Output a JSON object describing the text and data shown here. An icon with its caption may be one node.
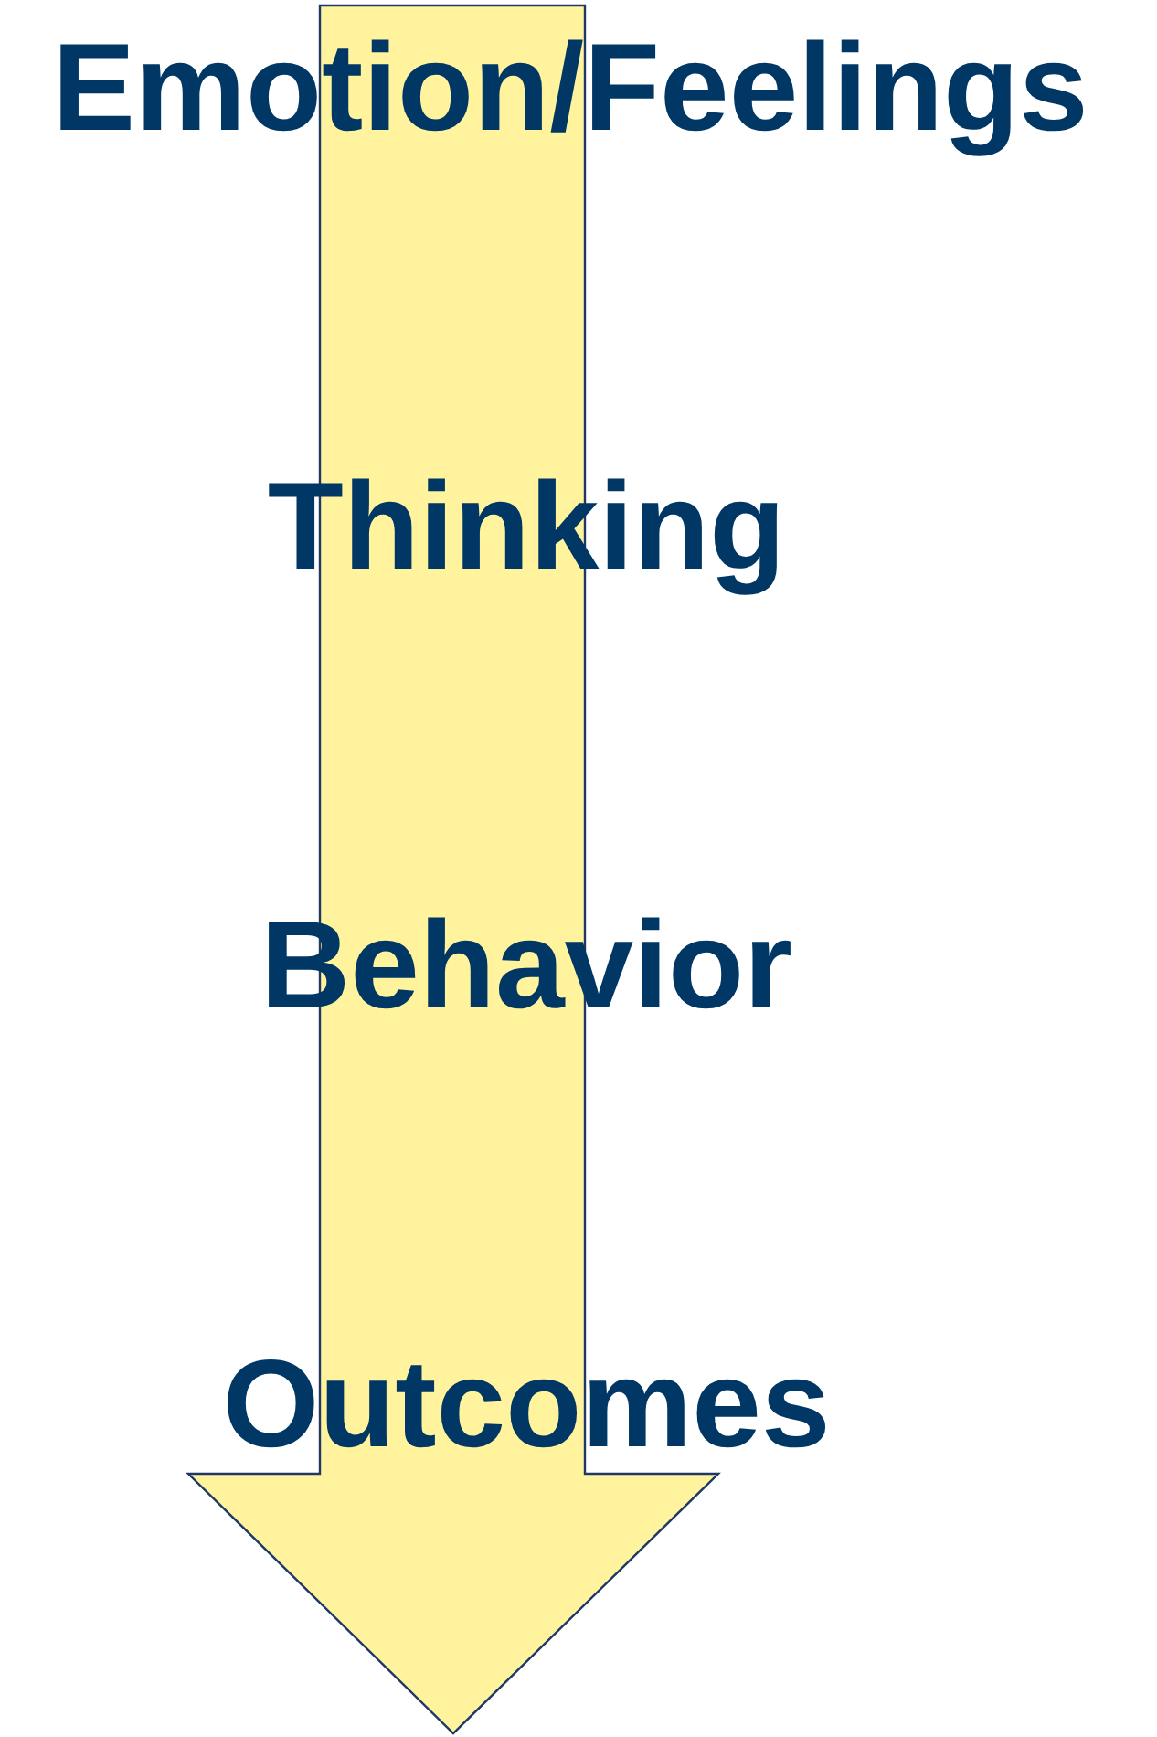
{
  "diagram": {
    "labels": [
      "Emotion/Feelings",
      "Thinking",
      "Behavior",
      "Outcomes"
    ]
  }
}
